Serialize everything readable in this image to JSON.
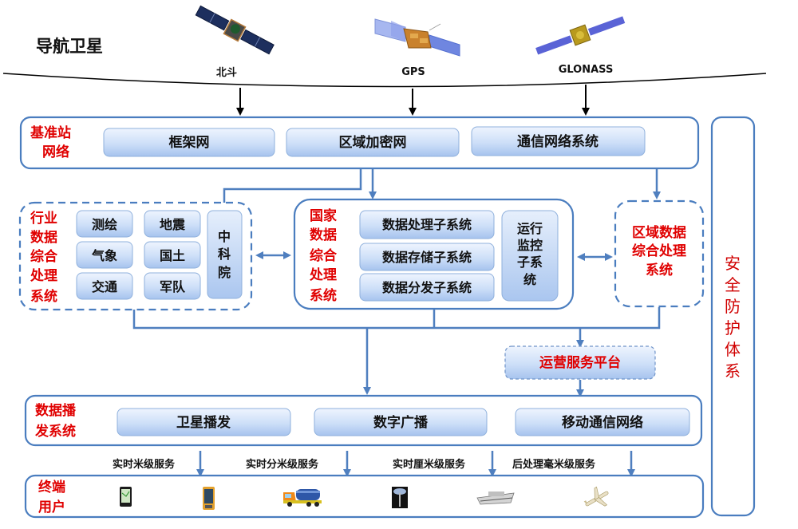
{
  "title": "导航卫星",
  "satellites": [
    {
      "name": "北斗",
      "icon": "beidou-satellite-icon"
    },
    {
      "name": "GPS",
      "icon": "gps-satellite-icon"
    },
    {
      "name": "GLONASS",
      "icon": "glonass-satellite-icon"
    }
  ],
  "reference_network": {
    "label_lines": [
      "基准站",
      "网络"
    ],
    "items": [
      "框架网",
      "区域加密网",
      "通信网络系统"
    ]
  },
  "industry_system": {
    "label_lines": [
      "行业",
      "数据",
      "综合",
      "处理",
      "系统"
    ],
    "items": [
      "测绘",
      "地震",
      "气象",
      "国土",
      "交通",
      "军队"
    ],
    "cas_lines": [
      "中",
      "科",
      "院"
    ]
  },
  "national_system": {
    "label_lines": [
      "国家",
      "数据",
      "综合",
      "处理",
      "系统"
    ],
    "subsystems": [
      "数据处理子系统",
      "数据存储子系统",
      "数据分发子系统"
    ],
    "monitor_lines": [
      "运行",
      "监控",
      "子系",
      "统"
    ]
  },
  "regional_system": {
    "label_lines": [
      "区域数据",
      "综合处理",
      "系统"
    ]
  },
  "operation_platform": "运营服务平台",
  "broadcast_system": {
    "label_lines": [
      "数据播",
      "发系统"
    ],
    "items": [
      "卫星播发",
      "数字广播",
      "移动通信网络"
    ]
  },
  "services": [
    "实时米级服务",
    "实时分米级服务",
    "实时厘米级服务",
    "后处理毫米级服务"
  ],
  "terminal_users": {
    "label_lines": [
      "终端",
      "用户"
    ],
    "devices": [
      {
        "icon": "smartphone-icon"
      },
      {
        "icon": "handheld-gnss-icon"
      },
      {
        "icon": "tanker-truck-icon"
      },
      {
        "icon": "survey-receiver-icon"
      },
      {
        "icon": "cargo-ship-icon"
      },
      {
        "icon": "airplane-icon"
      }
    ]
  },
  "security_system": {
    "label_chars": [
      "安",
      "全",
      "防",
      "护",
      "体",
      "系"
    ]
  },
  "colors": {
    "border_blue": "#4a7dbf",
    "pill_top": "#eaf2fd",
    "pill_bottom": "#a9c6ef",
    "label_red": "#e00000"
  }
}
